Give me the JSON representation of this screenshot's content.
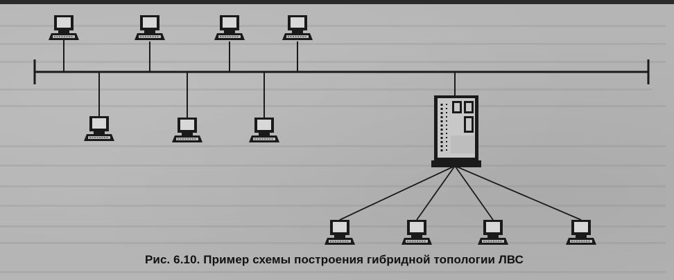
{
  "figure": {
    "caption": "Рис. 6.10. Пример схемы построения гибридной топологии ЛВС"
  },
  "colors": {
    "line": "#1a1a1a",
    "paper": "#b5b5b5",
    "screen": "#d8d8d8",
    "server_body": "#c8c8c8"
  },
  "nodes": {
    "bus_top_workstations": 4,
    "bus_bottom_workstations": 3,
    "star_workstations": 4,
    "server": 1
  }
}
